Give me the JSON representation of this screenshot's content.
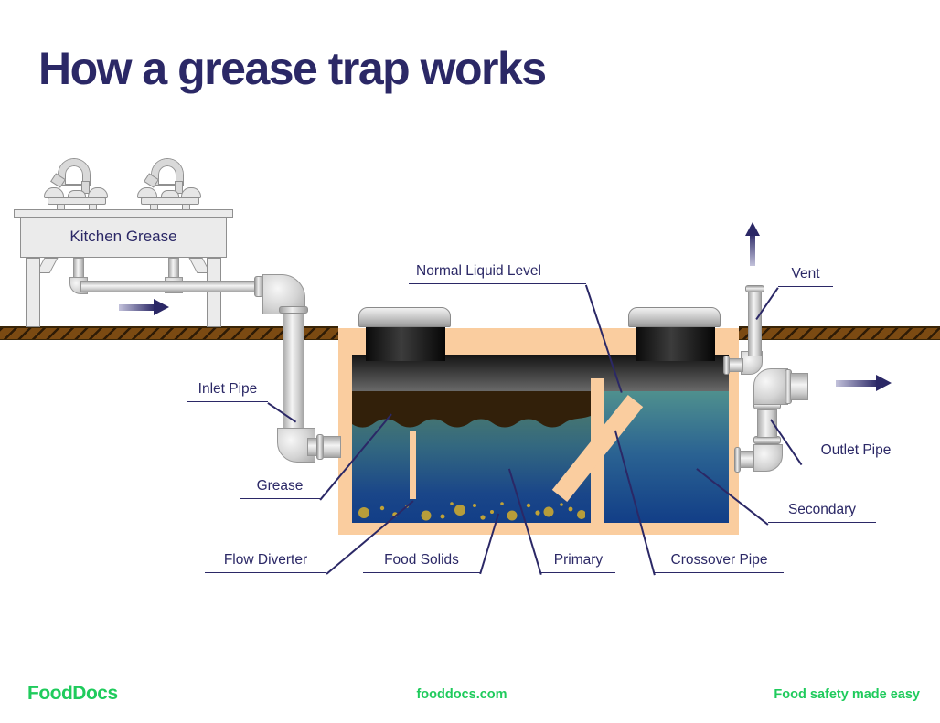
{
  "title": "How a grease trap works",
  "diagram": {
    "sink_label": "Kitchen Grease",
    "labels": {
      "normal_liquid_level": "Normal Liquid Level",
      "vent": "Vent",
      "inlet_pipe": "Inlet Pipe",
      "grease": "Grease",
      "flow_diverter": "Flow Diverter",
      "food_solids": "Food Solids",
      "primary": "Primary",
      "crossover_pipe": "Crossover Pipe",
      "secondary": "Secondary",
      "outlet_pipe": "Outlet Pipe"
    },
    "colors": {
      "label_navy": "#2B2866",
      "tank_peach": "#FACD9F",
      "ground_brown": "#7B4A12",
      "grease_brown": "#32200A",
      "water_top_green": "#537F66",
      "water_bottom_blue": "#123E87",
      "secondary_top_teal": "#4F908E",
      "food_solids_gold": "#C0A236"
    }
  },
  "footer": {
    "logo_text": "FoodDocs",
    "website": "fooddocs.com",
    "tagline": "Food safety made easy",
    "brand_green": "#1FCB5C"
  }
}
